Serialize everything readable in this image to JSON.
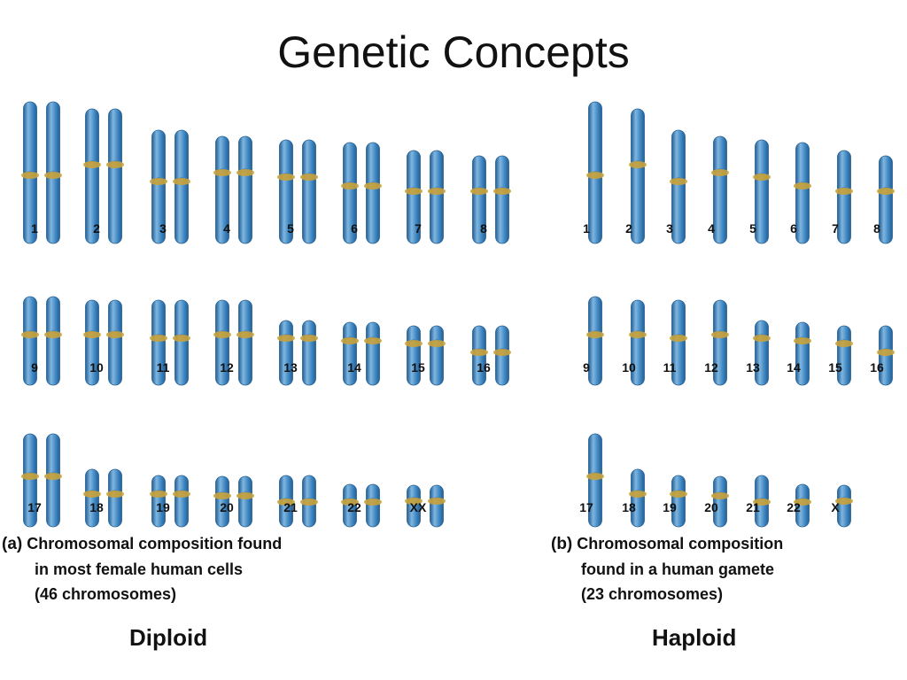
{
  "title": "Genetic Concepts",
  "colors": {
    "chromosome": "#3f86c2",
    "chromosome_highlight": "#7fb6e0",
    "chromosome_outline": "#245f93",
    "centromere": "#c9a23a"
  },
  "panels": {
    "diploid": {
      "caption_tag": "(a)",
      "caption_line1": "Chromosomal composition found",
      "caption_line2": "in most female human cells",
      "caption_line3": "(46 chromosomes)",
      "label": "Diploid",
      "copies": 2,
      "rows": [
        [
          "1",
          "2",
          "3",
          "4",
          "5",
          "6",
          "7",
          "8"
        ],
        [
          "9",
          "10",
          "11",
          "12",
          "13",
          "14",
          "15",
          "16"
        ],
        [
          "17",
          "18",
          "19",
          "20",
          "21",
          "22",
          "XX"
        ]
      ]
    },
    "haploid": {
      "caption_tag": "(b)",
      "caption_line1": "Chromosomal composition",
      "caption_line2": "found in a human gamete",
      "caption_line3": "(23 chromosomes)",
      "label": "Haploid",
      "copies": 1,
      "rows": [
        [
          "1",
          "2",
          "3",
          "4",
          "5",
          "6",
          "7",
          "8"
        ],
        [
          "9",
          "10",
          "11",
          "12",
          "13",
          "14",
          "15",
          "16"
        ],
        [
          "17",
          "18",
          "19",
          "20",
          "21",
          "22",
          "X"
        ]
      ]
    }
  }
}
